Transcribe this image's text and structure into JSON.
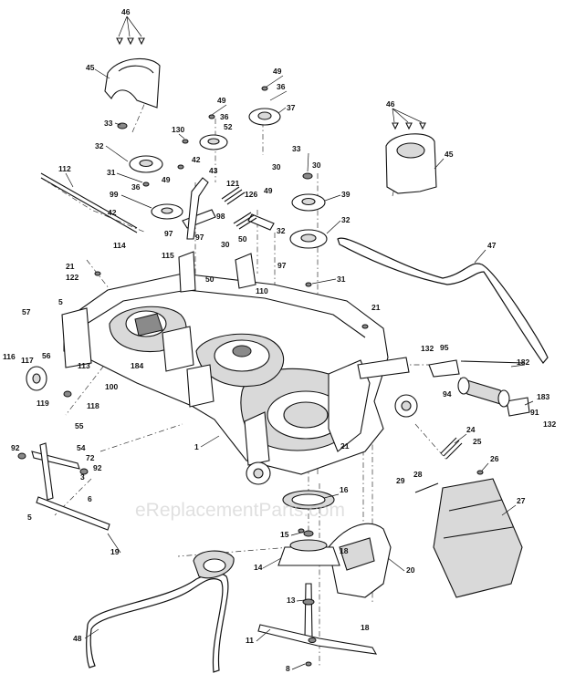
{
  "watermark": "eReplacementParts.com",
  "callouts": [
    {
      "id": "c1",
      "text": "1"
    },
    {
      "id": "c3",
      "text": "3"
    },
    {
      "id": "c5a",
      "text": "5"
    },
    {
      "id": "c5b",
      "text": "5"
    },
    {
      "id": "c6",
      "text": "6"
    },
    {
      "id": "c8",
      "text": "8"
    },
    {
      "id": "c11",
      "text": "11"
    },
    {
      "id": "c13",
      "text": "13"
    },
    {
      "id": "c14",
      "text": "14"
    },
    {
      "id": "c15",
      "text": "15"
    },
    {
      "id": "c16",
      "text": "16"
    },
    {
      "id": "c18a",
      "text": "18"
    },
    {
      "id": "c18b",
      "text": "18"
    },
    {
      "id": "c19",
      "text": "19"
    },
    {
      "id": "c20",
      "text": "20"
    },
    {
      "id": "c21a",
      "text": "21"
    },
    {
      "id": "c21b",
      "text": "21"
    },
    {
      "id": "c21c",
      "text": "21"
    },
    {
      "id": "c24",
      "text": "24"
    },
    {
      "id": "c25",
      "text": "25"
    },
    {
      "id": "c26",
      "text": "26"
    },
    {
      "id": "c27",
      "text": "27"
    },
    {
      "id": "c28",
      "text": "28"
    },
    {
      "id": "c29",
      "text": "29"
    },
    {
      "id": "c30a",
      "text": "30"
    },
    {
      "id": "c30b",
      "text": "30"
    },
    {
      "id": "c30c",
      "text": "30"
    },
    {
      "id": "c31a",
      "text": "31"
    },
    {
      "id": "c31b",
      "text": "31"
    },
    {
      "id": "c32a",
      "text": "32"
    },
    {
      "id": "c32b",
      "text": "32"
    },
    {
      "id": "c32c",
      "text": "32"
    },
    {
      "id": "c33a",
      "text": "33"
    },
    {
      "id": "c33b",
      "text": "33"
    },
    {
      "id": "c36a",
      "text": "36"
    },
    {
      "id": "c36b",
      "text": "36"
    },
    {
      "id": "c36c",
      "text": "36"
    },
    {
      "id": "c37",
      "text": "37"
    },
    {
      "id": "c39",
      "text": "39"
    },
    {
      "id": "c42a",
      "text": "42"
    },
    {
      "id": "c42b",
      "text": "42"
    },
    {
      "id": "c43",
      "text": "43"
    },
    {
      "id": "c45a",
      "text": "45"
    },
    {
      "id": "c45b",
      "text": "45"
    },
    {
      "id": "c46a",
      "text": "46"
    },
    {
      "id": "c46b",
      "text": "46"
    },
    {
      "id": "c47",
      "text": "47"
    },
    {
      "id": "c48",
      "text": "48"
    },
    {
      "id": "c49a",
      "text": "49"
    },
    {
      "id": "c49b",
      "text": "49"
    },
    {
      "id": "c49c",
      "text": "49"
    },
    {
      "id": "c49d",
      "text": "49"
    },
    {
      "id": "c50a",
      "text": "50"
    },
    {
      "id": "c50b",
      "text": "50"
    },
    {
      "id": "c52",
      "text": "52"
    },
    {
      "id": "c54",
      "text": "54"
    },
    {
      "id": "c55",
      "text": "55"
    },
    {
      "id": "c56",
      "text": "56"
    },
    {
      "id": "c57",
      "text": "57"
    },
    {
      "id": "c72",
      "text": "72"
    },
    {
      "id": "c91",
      "text": "91"
    },
    {
      "id": "c92a",
      "text": "92"
    },
    {
      "id": "c92b",
      "text": "92"
    },
    {
      "id": "c94",
      "text": "94"
    },
    {
      "id": "c95",
      "text": "95"
    },
    {
      "id": "c97a",
      "text": "97"
    },
    {
      "id": "c97b",
      "text": "97"
    },
    {
      "id": "c98",
      "text": "98"
    },
    {
      "id": "c99",
      "text": "99"
    },
    {
      "id": "c100",
      "text": "100"
    },
    {
      "id": "c110",
      "text": "110"
    },
    {
      "id": "c112",
      "text": "112"
    },
    {
      "id": "c113",
      "text": "113"
    },
    {
      "id": "c114",
      "text": "114"
    },
    {
      "id": "c115",
      "text": "115"
    },
    {
      "id": "c116",
      "text": "116"
    },
    {
      "id": "c117",
      "text": "117"
    },
    {
      "id": "c118",
      "text": "118"
    },
    {
      "id": "c119",
      "text": "119"
    },
    {
      "id": "c121",
      "text": "121"
    },
    {
      "id": "c122",
      "text": "122"
    },
    {
      "id": "c126",
      "text": "126"
    },
    {
      "id": "c130",
      "text": "130"
    },
    {
      "id": "c132a",
      "text": "132"
    },
    {
      "id": "c132b",
      "text": "132"
    },
    {
      "id": "c182",
      "text": "182"
    },
    {
      "id": "c183",
      "text": "183"
    },
    {
      "id": "c184",
      "text": "184"
    }
  ]
}
